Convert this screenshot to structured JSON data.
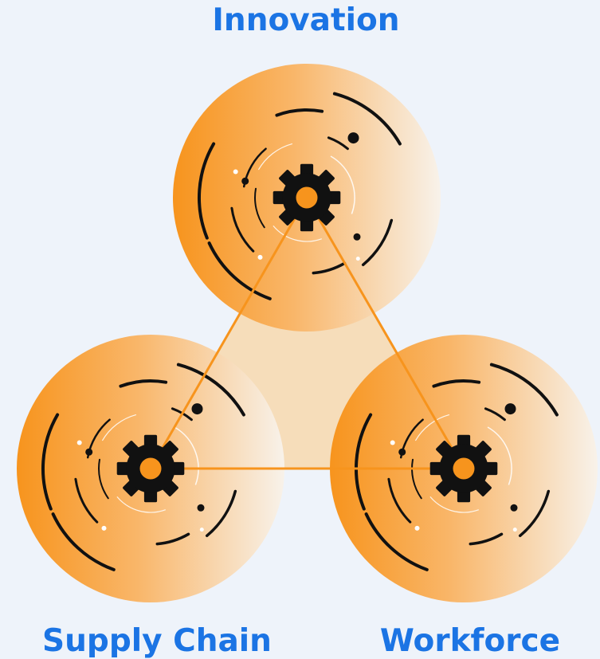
{
  "title": "",
  "nodes": [
    {
      "id": "top",
      "label": "Innovation",
      "icon": "gear-icon"
    },
    {
      "id": "left",
      "label": "Supply Chain",
      "icon": "gear-icon"
    },
    {
      "id": "right",
      "label": "Workforce",
      "icon": "gear-icon"
    }
  ],
  "colors": {
    "background": "#eef3fa",
    "label": "#1b74e4",
    "orange": "#f7941d",
    "triangle_fill": "#f6ddba",
    "gear": "#111111"
  }
}
